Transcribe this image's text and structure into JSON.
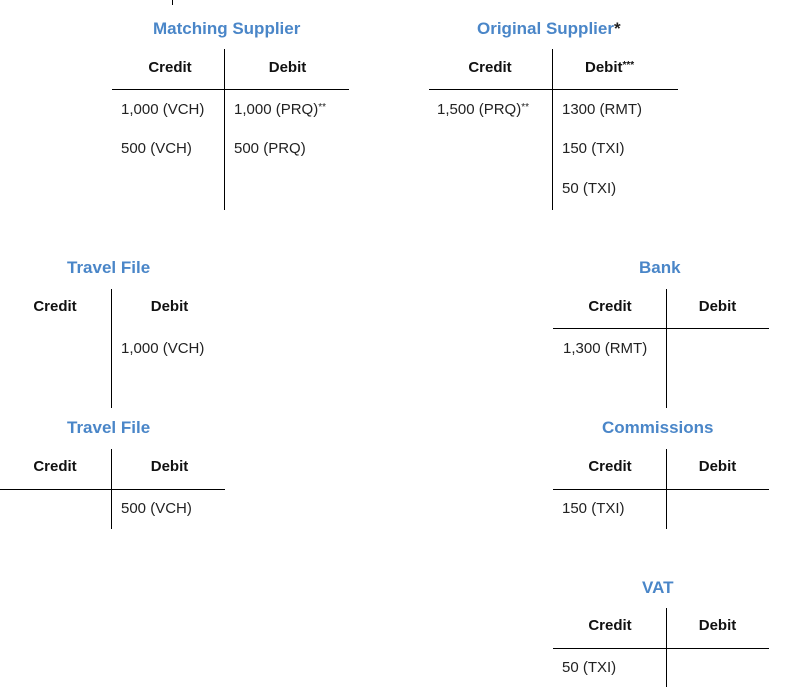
{
  "accounts": {
    "matching_supplier": {
      "title": "Matching Supplier",
      "credit_label": "Credit",
      "debit_label": "Debit",
      "credit_entries": [
        "1,000 (VCH)",
        "500 (VCH)"
      ],
      "debit_entries": [
        "1,000 (PRQ)",
        "500 (PRQ)"
      ],
      "debit_note": "**"
    },
    "original_supplier": {
      "title": "Original Supplier",
      "title_note": "*",
      "credit_label": "Credit",
      "debit_label": "Debit",
      "debit_label_note": "***",
      "credit_entries": [
        "1,500 (PRQ)"
      ],
      "credit_note": "**",
      "debit_entries": [
        "1300 (RMT)",
        "150 (TXI)",
        "50 (TXI)"
      ]
    },
    "travel_file_1": {
      "title": "Travel File",
      "credit_label": "Credit",
      "debit_label": "Debit",
      "debit_entries": [
        "1,000 (VCH)"
      ]
    },
    "travel_file_2": {
      "title": "Travel File",
      "credit_label": "Credit",
      "debit_label": "Debit",
      "debit_entries": [
        "500 (VCH)"
      ]
    },
    "bank": {
      "title": "Bank",
      "credit_label": "Credit",
      "debit_label": "Debit",
      "credit_entries": [
        "1,300 (RMT)"
      ]
    },
    "commissions": {
      "title": "Commissions",
      "credit_label": "Credit",
      "debit_label": "Debit",
      "credit_entries": [
        "150 (TXI)"
      ]
    },
    "vat": {
      "title": "VAT",
      "credit_label": "Credit",
      "debit_label": "Debit",
      "credit_entries": [
        "50 (TXI)"
      ]
    }
  }
}
